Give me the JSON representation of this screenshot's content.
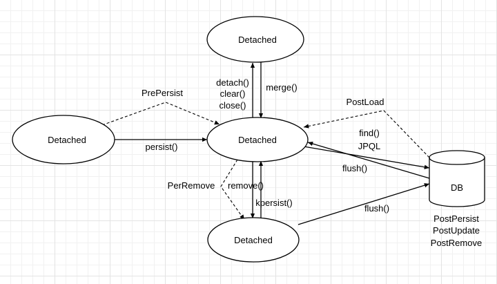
{
  "nodes": {
    "top": "Detached",
    "left": "Detached",
    "center": "Detached",
    "bottom": "Detached",
    "db": "DB"
  },
  "edges": {
    "detach_lines": [
      "detach()",
      "clear()",
      "close()"
    ],
    "merge": "merge()",
    "pre_persist": "PrePersist",
    "persist": "persist()",
    "post_load": "PostLoad",
    "find": "find()",
    "jpql": "JPQL",
    "flush_center": "flush()",
    "per_remove": "PerRemove",
    "remove": "remove()",
    "kpersist": "kpersist()",
    "flush_bottom": "flush()"
  },
  "db_callbacks": [
    "PostPersist",
    "PostUpdate",
    "PostRemove"
  ]
}
